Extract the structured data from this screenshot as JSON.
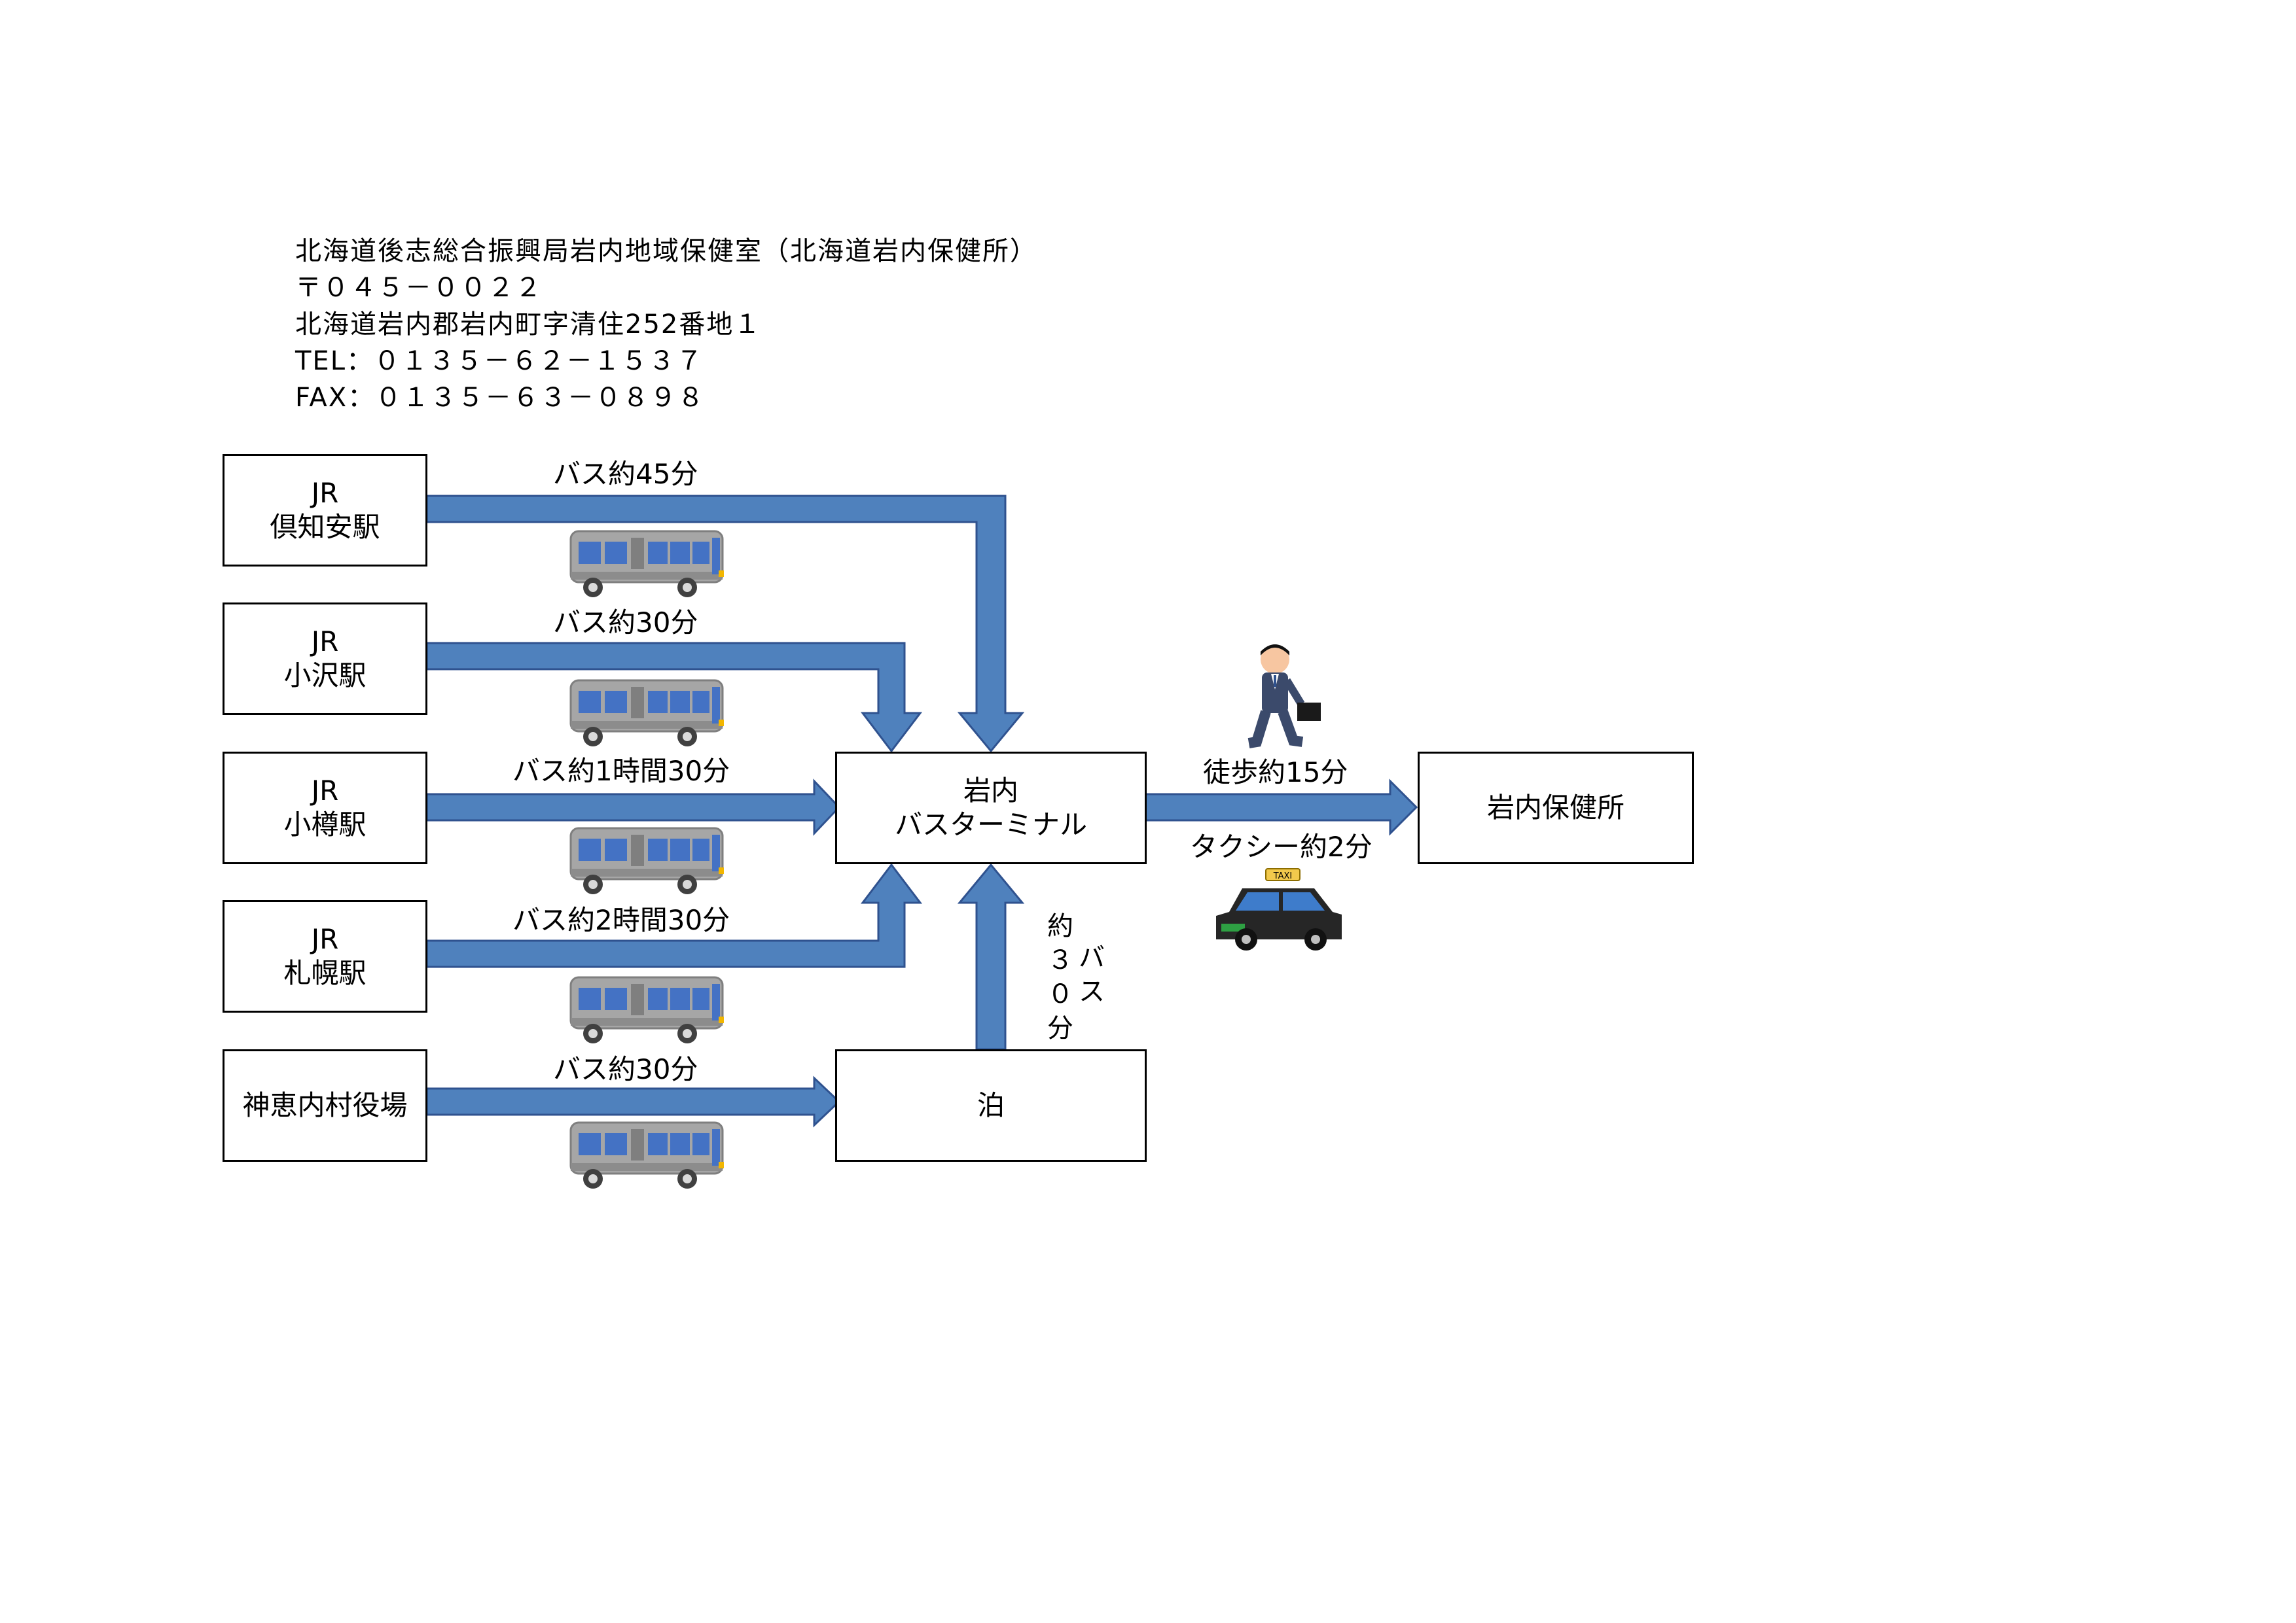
{
  "header": {
    "org": "北海道後志総合振興局岩内地域保健室（北海道岩内保健所）",
    "postal": "〒０４５－００２２",
    "address": "北海道岩内郡岩内町字清住252番地１",
    "tel": "TEL：０１３５－６２－１５３７",
    "fax": "FAX：０１３５－６３－０８９８"
  },
  "stations": {
    "kutchan": [
      "JR",
      "倶知安駅"
    ],
    "kozawa": [
      "JR",
      "小沢駅"
    ],
    "otaru": [
      "JR",
      "小樽駅"
    ],
    "sapporo": [
      "JR",
      "札幌駅"
    ],
    "kamoenai": [
      "神恵内村役場"
    ]
  },
  "hubs": {
    "iwanai_terminal": [
      "岩内",
      "バスターミナル"
    ],
    "tomari": "泊",
    "destination": "岩内保健所"
  },
  "routes": {
    "kutchan": "バス約45分",
    "kozawa": "バス約30分",
    "otaru": "バス約1時間30分",
    "sapporo": "バス約2時間30分",
    "kamoenai": "バス約30分",
    "tomari_bus_col1": [
      "バ",
      "ス"
    ],
    "tomari_bus_col2": [
      "約",
      "３",
      "０",
      "分"
    ],
    "walk": "徒歩約15分",
    "taxi": "タクシー約2分"
  },
  "colors": {
    "arrow_fill": "#4F81BD",
    "arrow_stroke": "#2F528F",
    "bus_body": "#A6A6A6",
    "bus_window": "#4472C4",
    "taxi_body": "#262626"
  },
  "icons": [
    "bus-icon",
    "walking-businessman-icon",
    "taxi-icon"
  ]
}
